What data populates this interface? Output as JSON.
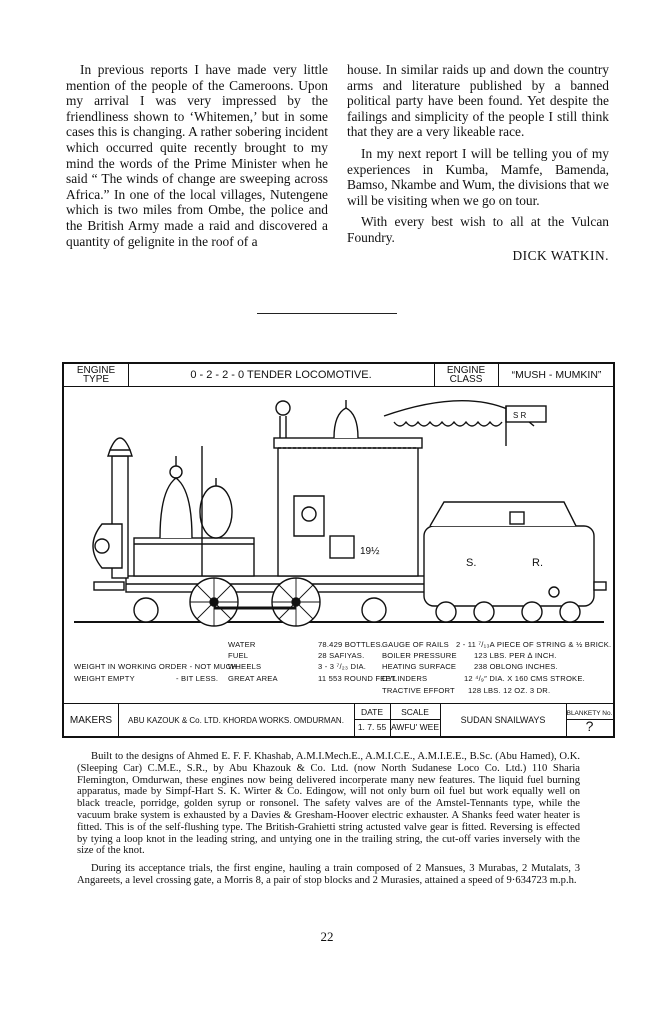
{
  "article": {
    "left_column": [
      "In previous reports I have made very little mention of the people of the Cameroons. Upon my arrival I was very impressed by the friendliness shown to ‘Whitemen,’ but in some cases this is changing. A rather sobering incident which occurred quite recently brought to my mind the words of the Prime Minister when he said “ The winds of change are sweeping across Africa.” In one of the local villages, Nutengene which is two miles from Ombe, the police and the British Army made a raid and discovered a quantity of gelignite in the roof of a"
    ],
    "right_column": [
      "house. In similar raids up and down the country arms and literature published by a banned political party have been found. Yet despite the failings and simplicity of the people I still think that they are a very likeable race.",
      "In my next report I will be telling you of my experiences in Kumba, Mamfe, Bamenda, Bamso, Nkambe and Wum, the divisions that we will be visiting when we go on tour.",
      "With every best wish to all at the Vulcan Foundry."
    ],
    "signature": "DICK WATKIN."
  },
  "plate": {
    "engine_type_label": "ENGINE TYPE",
    "engine_type_value": "0 - 2 - 2 - 0 TENDER LOCOMOTIVE.",
    "engine_class_label": "ENGINE CLASS",
    "engine_class_value": "“MUSH - MUMKIN”",
    "cab_number": "19½",
    "tender_letter_1": "S.",
    "tender_letter_2": "R.",
    "flag_text": "S R",
    "specs": {
      "weight_working": "WEIGHT IN WORKING ORDER - NOT MUCH.",
      "weight_empty": "WEIGHT EMPTY",
      "weight_empty_value": "- BIT LESS.",
      "water_label": "WATER",
      "water_value": "78.429 BOTTLES.",
      "fuel_label": "FUEL",
      "fuel_value": "28 SAFIYAS.",
      "wheels_label": "WHEELS",
      "wheels_value": "3 - 3 ⁷/₂₃ DIA.",
      "grate_label": "GREAT AREA",
      "grate_value": "11 553 ROUND FEET",
      "gauge_label": "GAUGE OF RAILS",
      "gauge_value": "2 - 11 ⁷/₁₃A PIECE OF STRING & ½ BRICK.",
      "boiler_label": "BOILER PRESSURE",
      "boiler_value": "123 LBS. PER ∆ INCH.",
      "heating_label": "HEATING SURFACE",
      "heating_value": "238 OBLONG INCHES.",
      "cylinders_label": "CYLINDERS",
      "cylinders_value": "12 ⁴/₉″ DIA. X 160 CMS STROKE.",
      "tractive_label": "TRACTIVE EFFORT",
      "tractive_value": "128 LBS. 12 OZ. 3 DR."
    },
    "makers_label": "MAKERS",
    "makers_value": "ABU KAZOUK & Co. LTD. KHORDA WORKS. OMDURMAN.",
    "date_label": "DATE",
    "date_value": "1. 7. 55",
    "scale_label": "SCALE",
    "scale_value": "AWFU' WEE",
    "railway_value": "SUDAN SNAILWAYS",
    "blanket_label": "BLANKETY No.",
    "blanket_value": "?"
  },
  "caption": [
    "Built to the designs of Ahmed E. F. F. Khashab, A.M.I.Mech.E., A.M.I.C.E., A.M.I.E.E., B.Sc. (Abu Hamed), O.K. (Sleeping Car) C.M.E., S.R., by Abu Khazouk & Co. Ltd. (now North Sudanese Loco Co. Ltd.) 110 Sharia Flemington, Omdurwan, these engines now being delivered incorperate many new features. The liquid fuel burning apparatus, made by Simpf-Hart S. K. Wirter & Co. Edingow, will not only burn oil fuel but work equally well on black treacle, porridge, golden syrup or ronsonel. The safety valves are of the Amstel-Tennants type, while the vacuum brake system is exhausted by a Davies & Gresham-Hoover electric exhauster. A Shanks feed water heater is fitted. This is of the self-flushing type. The British-Grahietti string actusted valve gear is fitted. Reversing is effected by tying a loop knot in the leading string, and untying one in the trailing string, the cut-off varies inversely with the size of the knot.",
    "During its acceptance trials, the first engine, hauling a train composed of 2 Mansues, 3 Murabas, 2 Mutalats, 3 Angareets, a level crossing gate, a Morris 8, a pair of stop blocks and 2 Murasies, attained a speed of 9·634723 m.p.h."
  ],
  "page_number": "22"
}
